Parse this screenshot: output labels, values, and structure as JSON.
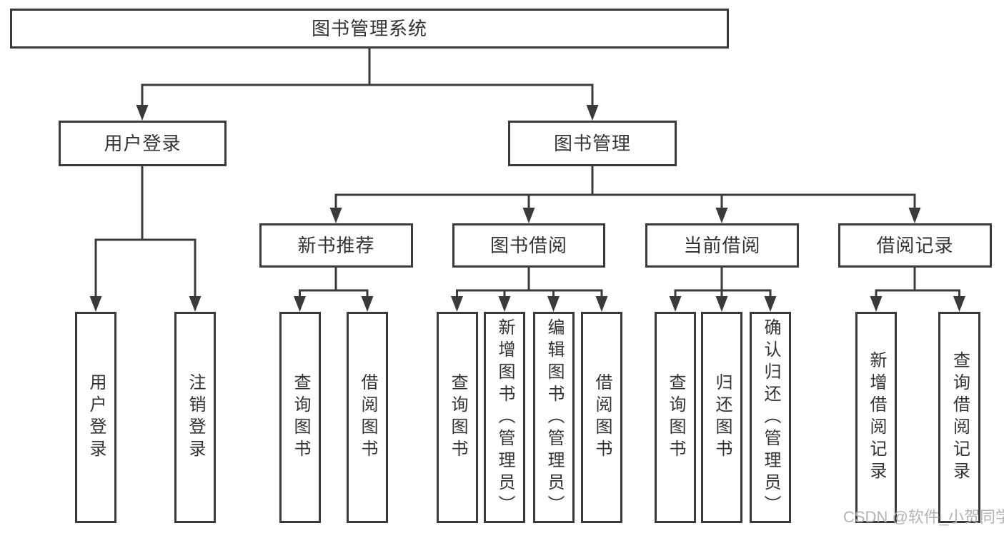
{
  "colors": {
    "line": "#3a3a3a",
    "box_border": "#3a3a3a",
    "text": "#333333",
    "watermark": "#b4b4b4",
    "background": "#ffffff"
  },
  "watermark": {
    "text": "CSDN @软件_小贺同学"
  },
  "tree": {
    "root": {
      "label": "图书管理系统"
    },
    "branches": [
      {
        "label": "用户登录",
        "children": [
          {
            "label": "用户登录"
          },
          {
            "label": "注销登录"
          }
        ]
      },
      {
        "label": "图书管理",
        "children": [
          {
            "label": "新书推荐",
            "children": [
              {
                "label": "查询图书"
              },
              {
                "label": "借阅图书"
              }
            ]
          },
          {
            "label": "图书借阅",
            "children": [
              {
                "label": "查询图书"
              },
              {
                "label": "新增图书（管理员）"
              },
              {
                "label": "编辑图书（管理员）"
              },
              {
                "label": "借阅图书"
              }
            ]
          },
          {
            "label": "当前借阅",
            "children": [
              {
                "label": "查询图书"
              },
              {
                "label": "归还图书"
              },
              {
                "label": "确认归还（管理员）"
              }
            ]
          },
          {
            "label": "借阅记录",
            "children": [
              {
                "label": "新增借阅记录"
              },
              {
                "label": "查询借阅记录"
              }
            ]
          }
        ]
      }
    ]
  }
}
